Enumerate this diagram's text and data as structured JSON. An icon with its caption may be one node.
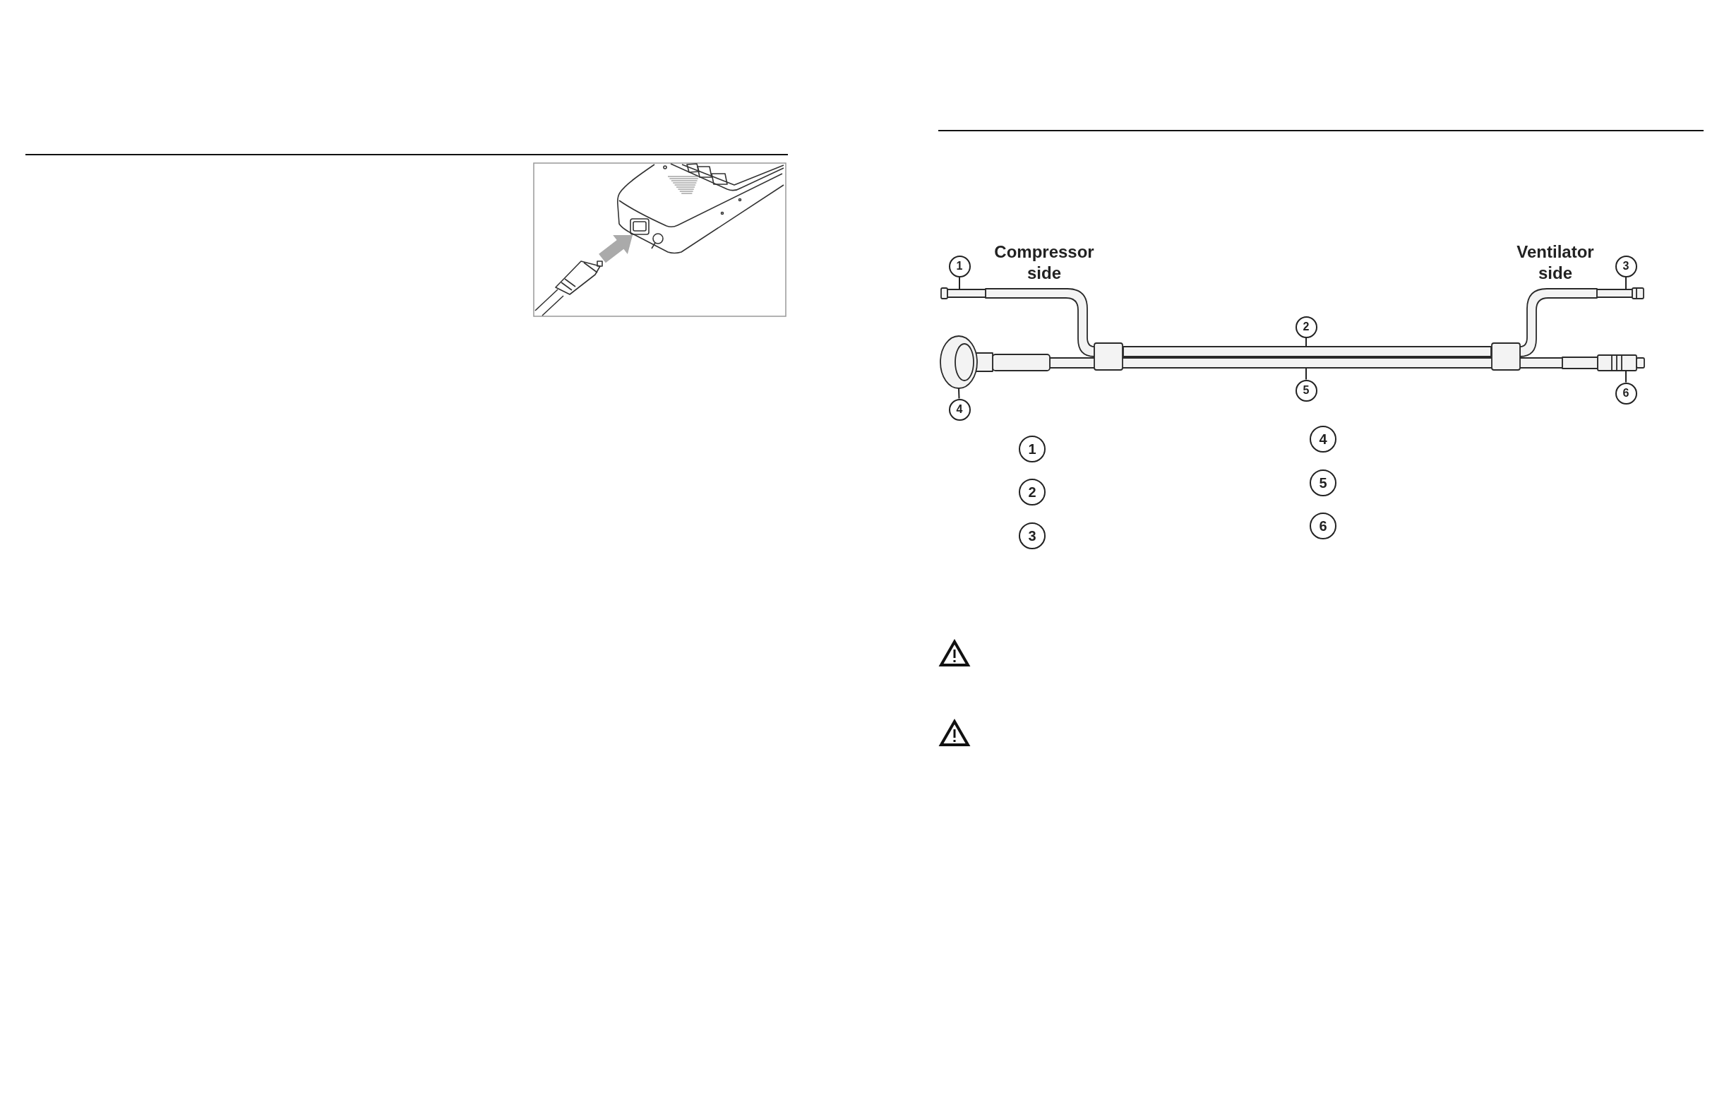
{
  "diagram": {
    "nodes": [
      {
        "text": [
          "1"
        ]
      },
      {
        "text": [
          "2"
        ]
      },
      {
        "text": [
          "3"
        ]
      },
      {
        "text": [
          "4"
        ]
      },
      {
        "text": [
          "5"
        ]
      },
      {
        "text": [
          "6"
        ]
      },
      {
        "text": [],
        "shape": "picture"
      },
      {
        "text": [],
        "shape": "bar"
      },
      {
        "text": [],
        "shape": "picture"
      },
      {
        "text": [],
        "shape": "picture"
      },
      {
        "text": [],
        "shape": "bar"
      },
      {
        "text": [],
        "shape": "picture"
      },
      {
        "text": [
          "1"
        ]
      },
      {
        "text": [
          "2"
        ]
      },
      {
        "text": [
          "3"
        ]
      },
      {
        "text": [
          "4"
        ]
      },
      {
        "text": [
          "5"
        ]
      },
      {
        "text": [
          "6"
        ]
      }
    ],
    "edges": [
      {
        "from": 0,
        "to": 6,
        "arrow": "none"
      },
      {
        "from": 1,
        "to": 7,
        "arrow": "none"
      },
      {
        "from": 2,
        "to": 8,
        "arrow": "none"
      },
      {
        "from": 3,
        "to": 9,
        "arrow": "none"
      },
      {
        "from": 4,
        "to": 10,
        "arrow": "none"
      },
      {
        "from": 5,
        "to": 11,
        "arrow": "none"
      }
    ],
    "labels": [
      "Compressor side",
      "Ventilator side"
    ]
  }
}
